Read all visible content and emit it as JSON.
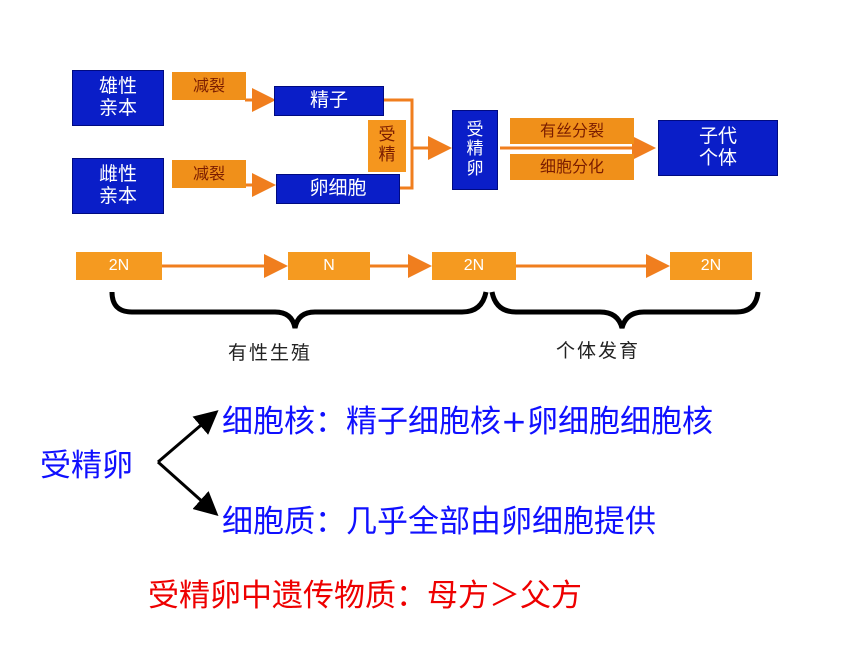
{
  "flow": {
    "male_parent": "雄性\n亲本",
    "female_parent": "雌性\n亲本",
    "meiosis_top": "减裂",
    "meiosis_bottom": "减裂",
    "sperm": "精子",
    "egg": "卵细胞",
    "fertilization": "受\n精",
    "zygote": "受\n精\n卵",
    "mitosis": "有丝分裂",
    "differentiation": "细胞分化",
    "offspring": "子代\n个体"
  },
  "ploidy": {
    "stage1": "2N",
    "stage2": "N",
    "stage3": "2N",
    "stage4": "2N",
    "brace_left": "有性生殖",
    "brace_right": "个体发育"
  },
  "zygote_note": {
    "root": "受精卵",
    "nucleus": "细胞核：精子细胞核+卵细胞细胞核",
    "cytoplasm": "细胞质：几乎全部由卵细胞提供"
  },
  "conclusion": "受精卵中遗传物质：母方＞父方",
  "colors": {
    "blue_box": "#0a1ec8",
    "orange_box": "#f5961e",
    "arrow": "#f07e1e",
    "blue_text": "#1010ff",
    "red_text": "#ee0000"
  }
}
